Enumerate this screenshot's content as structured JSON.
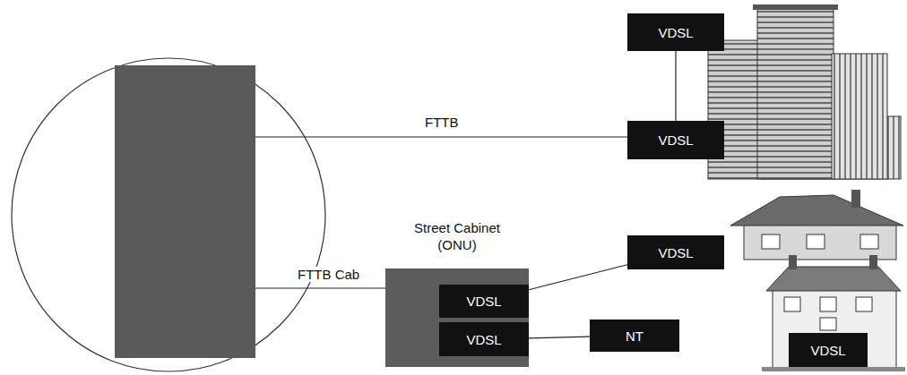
{
  "diagram": {
    "nodes": [
      {
        "text": [
          "VDSL"
        ]
      },
      {
        "text": [
          "VDSL"
        ]
      },
      {
        "text": [
          "Street Cabinet (ONU)"
        ]
      },
      {
        "text": [
          "VDSL"
        ],
        "in": 2
      },
      {
        "text": [
          "VDSL"
        ],
        "in": 2
      },
      {
        "text": [
          "VDSL"
        ]
      },
      {
        "text": [
          "NT"
        ]
      },
      {
        "text": [
          "VDSL"
        ]
      }
    ],
    "edges": [
      {
        "from": 0,
        "to": 1,
        "arrow": "none"
      },
      {
        "from": 3,
        "to": 5,
        "arrow": "none"
      },
      {
        "from": 4,
        "to": 6,
        "arrow": "none"
      }
    ],
    "labels": [
      "FTTB",
      "FTTB Cab"
    ]
  }
}
